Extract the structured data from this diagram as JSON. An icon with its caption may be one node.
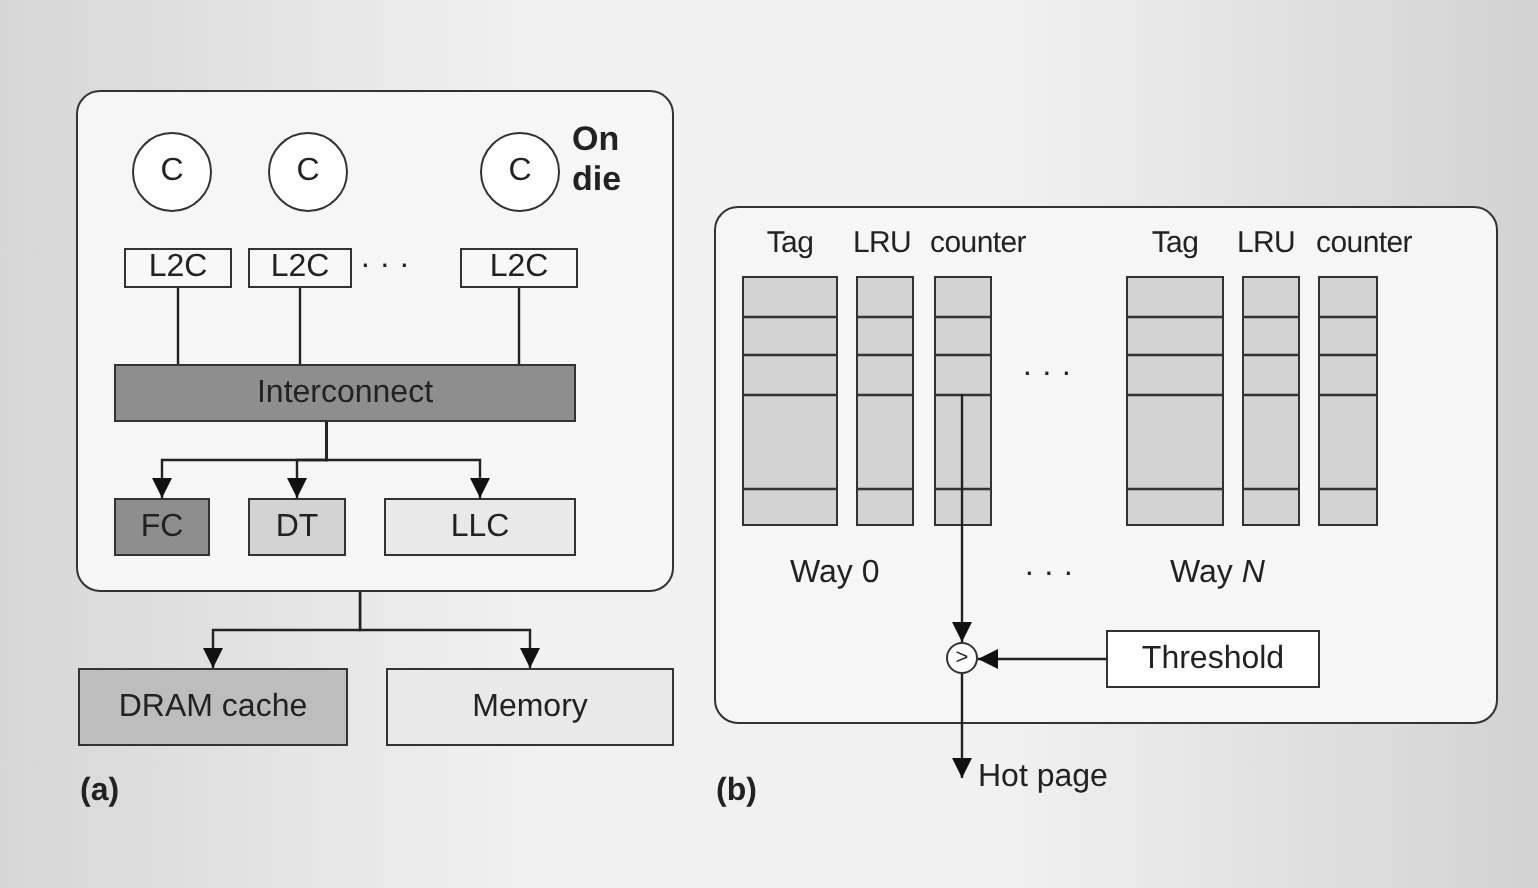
{
  "diagram": {
    "nodes": [
      {
        "text": [
          "On die"
        ]
      },
      {
        "text": [
          "C"
        ],
        "in": 0
      },
      {
        "text": [
          "C"
        ],
        "in": 0
      },
      {
        "text": [
          "C"
        ],
        "in": 0
      },
      {
        "text": [
          "L2C"
        ],
        "in": 0
      },
      {
        "text": [
          "L2C"
        ],
        "in": 0
      },
      {
        "text": [
          "L2C"
        ],
        "in": 0
      },
      {
        "text": [
          "Interconnect"
        ],
        "in": 0
      },
      {
        "text": [
          "FC"
        ],
        "in": 0
      },
      {
        "text": [
          "DT"
        ],
        "in": 0
      },
      {
        "text": [
          "LLC"
        ],
        "in": 0
      },
      {
        "text": [
          "DRAM cache"
        ]
      },
      {
        "text": [
          "Memory"
        ]
      },
      {
        "text": [],
        "shape": "box"
      },
      {
        "text": [
          "Tag"
        ],
        "in": 13
      },
      {
        "text": [
          "LRU"
        ],
        "in": 13
      },
      {
        "text": [
          "counter"
        ],
        "in": 13
      },
      {
        "text": [
          "Tag"
        ],
        "in": 13
      },
      {
        "text": [
          "LRU"
        ],
        "in": 13
      },
      {
        "text": [
          "counter"
        ],
        "in": 13
      },
      {
        "text": [
          ">"
        ],
        "in": 13
      },
      {
        "text": [
          "Threshold"
        ],
        "in": 13
      },
      {
        "text": [
          "Hot page"
        ]
      }
    ],
    "edges": [
      {
        "from": 4,
        "to": 7,
        "arrow": "none"
      },
      {
        "from": 5,
        "to": 7,
        "arrow": "none"
      },
      {
        "from": 6,
        "to": 7,
        "arrow": "none"
      },
      {
        "from": 7,
        "to": 8,
        "arrow": "to"
      },
      {
        "from": 7,
        "to": 9,
        "arrow": "to"
      },
      {
        "from": 7,
        "to": 10,
        "arrow": "to"
      },
      {
        "from": 0,
        "to": 11,
        "arrow": "to"
      },
      {
        "from": 0,
        "to": 12,
        "arrow": "to"
      },
      {
        "from": 16,
        "to": 20,
        "arrow": "to"
      },
      {
        "from": 21,
        "to": 20,
        "arrow": "to"
      },
      {
        "from": 20,
        "to": 22,
        "arrow": "to"
      }
    ],
    "labels": [
      "· · ·",
      "· · ·",
      "Way 0",
      "· · ·",
      "Way *N*",
      "(a)",
      "(b)"
    ]
  }
}
